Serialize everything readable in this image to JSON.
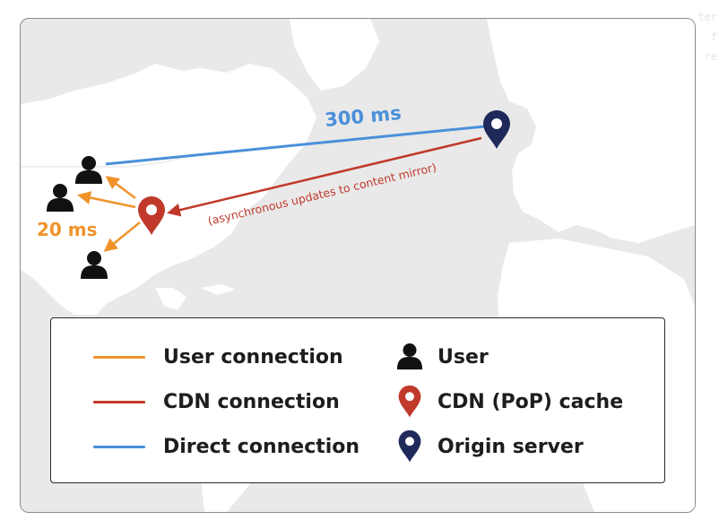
{
  "colors": {
    "user_connection": "#f0932b",
    "cdn_connection": "#c0392b",
    "direct_connection": "#4a90d9",
    "user_icon": "#111111",
    "cdn_pin": "#c0392b",
    "origin_pin": "#1f2a5a",
    "map_land": "#ffffff",
    "map_sea": "#e9e9e9"
  },
  "diagram": {
    "direct_latency": "300 ms",
    "user_latency": "20 ms",
    "cdn_update_label": "(asynchronous updates to content mirror)",
    "nodes": [
      {
        "id": "origin",
        "icon": "origin-pin-icon"
      },
      {
        "id": "cdn",
        "icon": "cdn-pin-icon"
      },
      {
        "id": "user-1",
        "icon": "user-icon"
      },
      {
        "id": "user-2",
        "icon": "user-icon"
      },
      {
        "id": "user-3",
        "icon": "user-icon"
      }
    ]
  },
  "legend": {
    "lines": [
      {
        "label": "User connection",
        "color": "#f0932b"
      },
      {
        "label": "CDN connection",
        "color": "#c0392b"
      },
      {
        "label": "Direct connection",
        "color": "#4a90d9"
      }
    ],
    "icons": [
      {
        "label": "User",
        "icon": "user-icon"
      },
      {
        "label": "CDN (PoP) cache",
        "icon": "cdn-pin-icon"
      },
      {
        "label": "Origin server",
        "icon": "origin-pin-icon"
      }
    ]
  }
}
